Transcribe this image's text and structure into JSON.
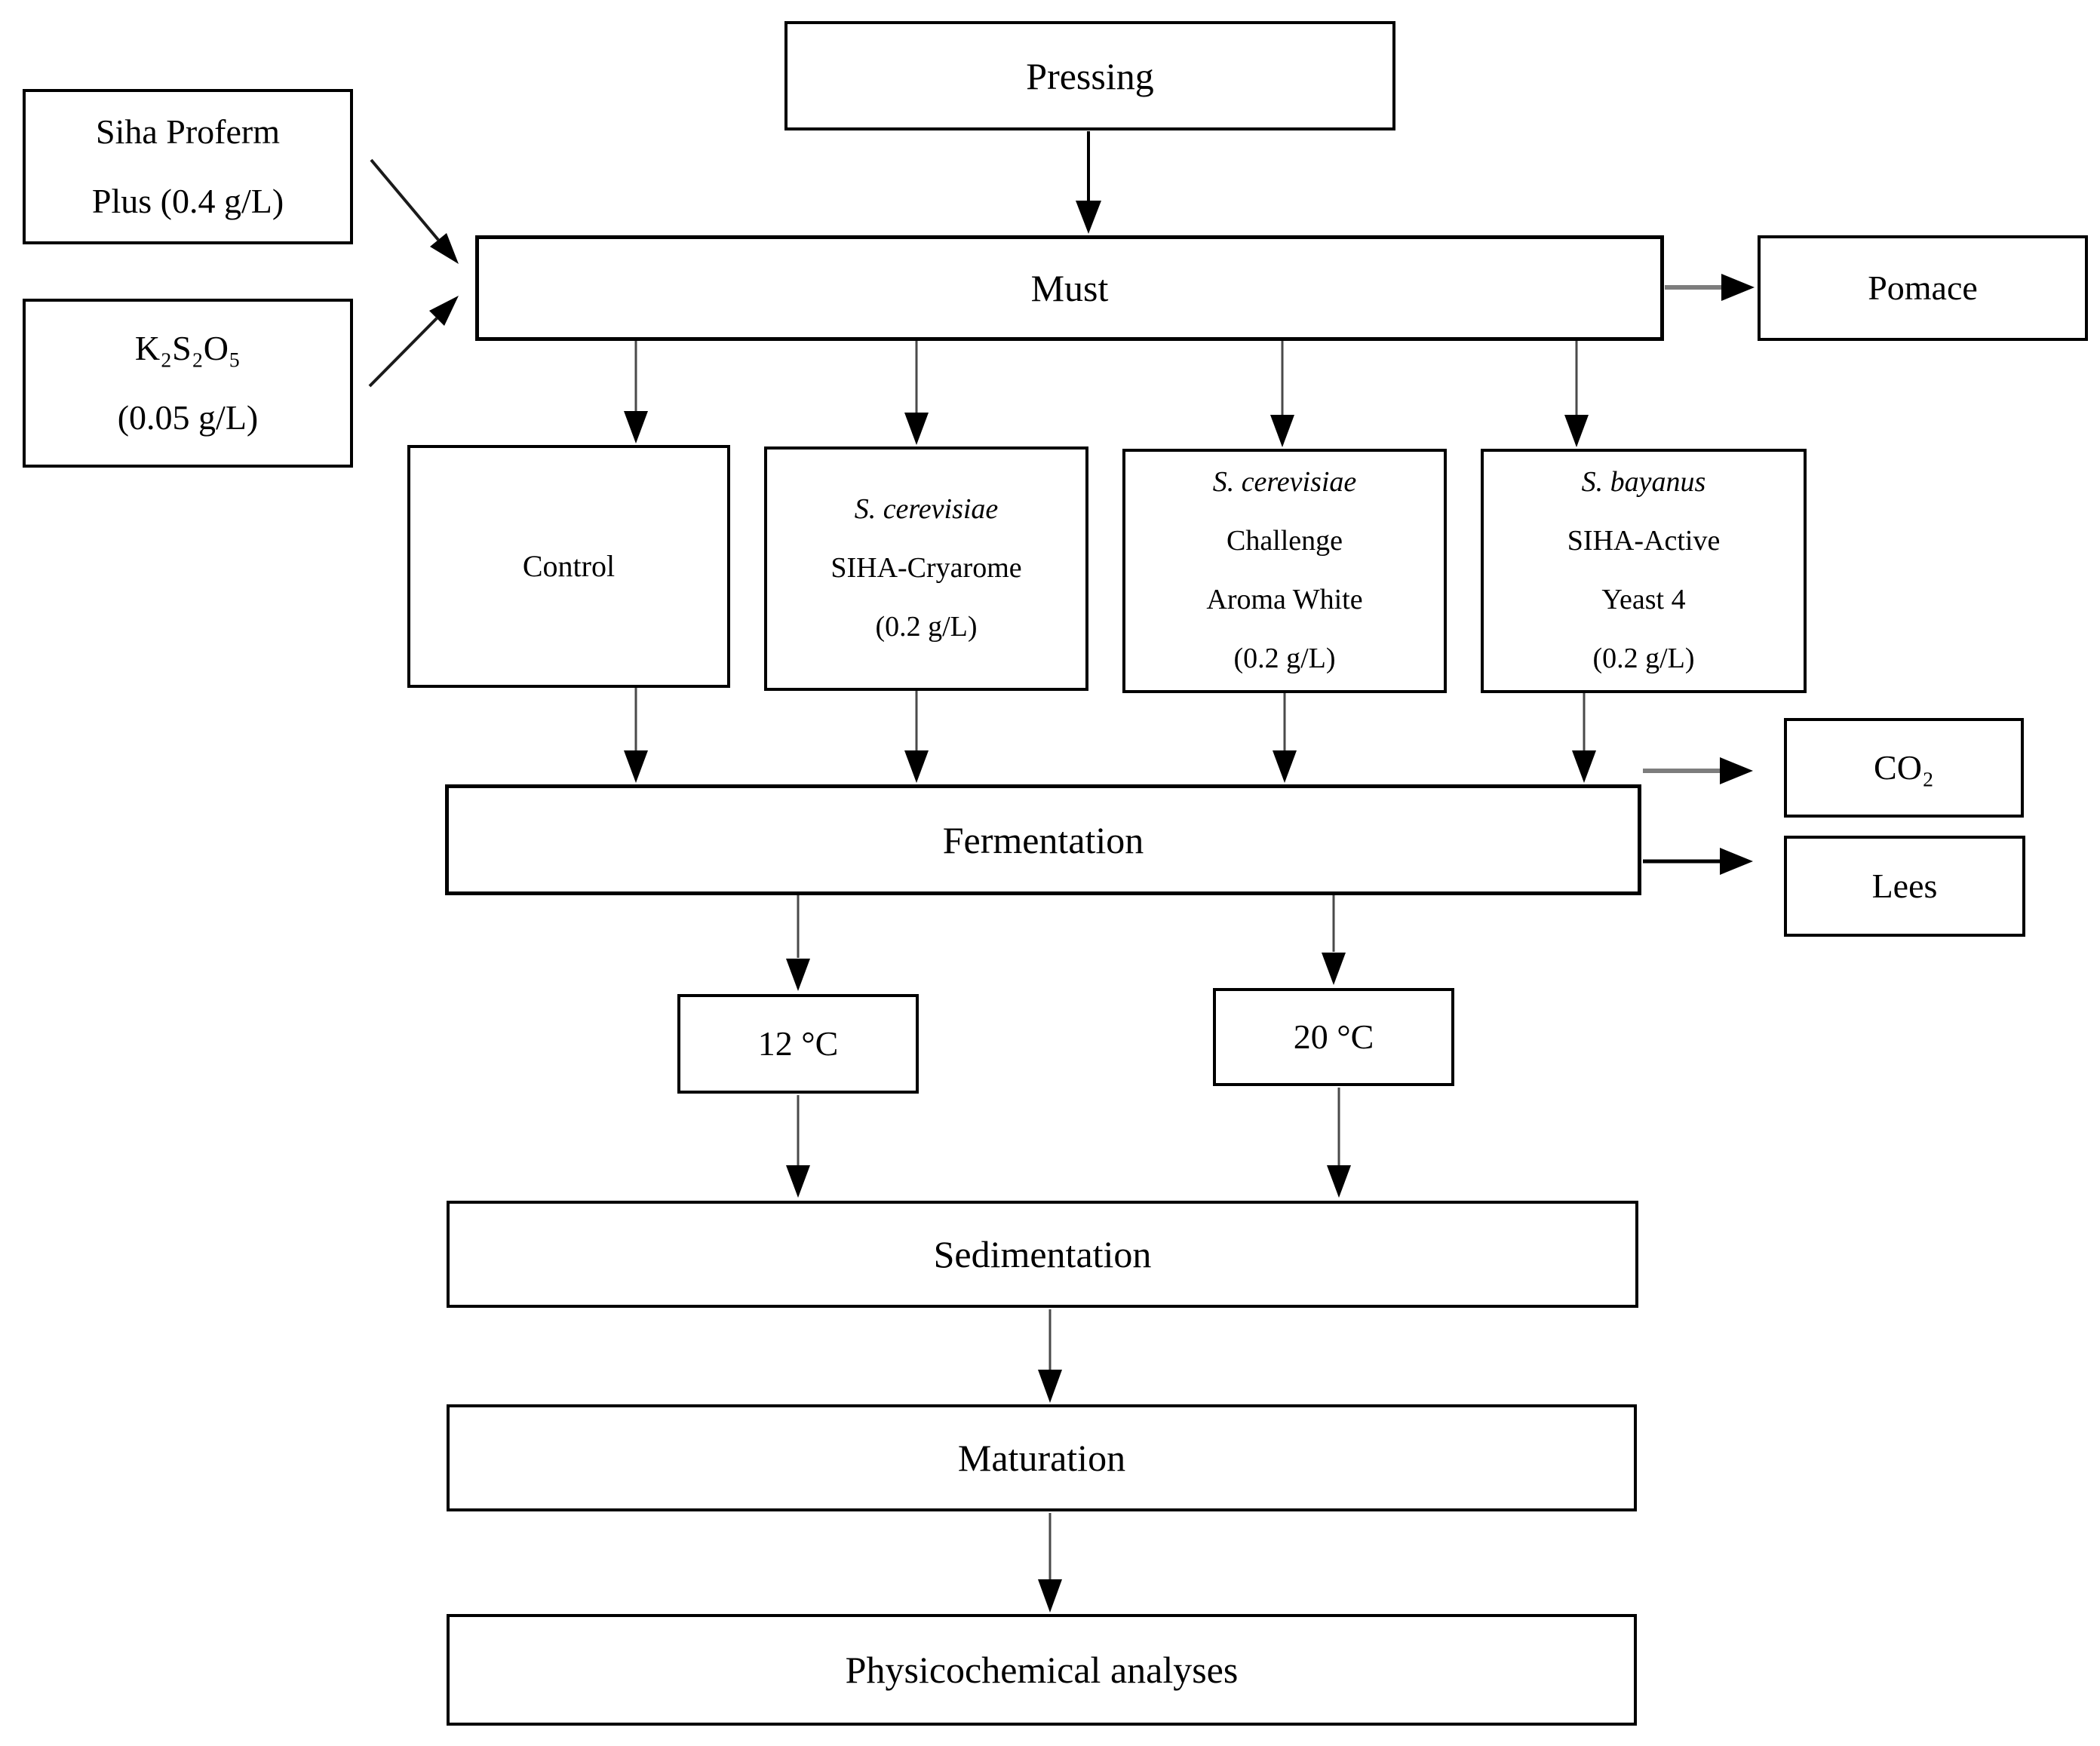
{
  "figure": {
    "background": "#ffffff",
    "border_color": "#000000",
    "black_line_color": "#000000",
    "gray_line_color": "#7d7d7d"
  },
  "boxes": {
    "pressing": {
      "label": "Pressing"
    },
    "siha": {
      "line1": "Siha Proferm",
      "line2": "Plus (0.4 g/L)"
    },
    "k2s2o5": {
      "line1": "K₂S₂O₅",
      "line2": "(0.05 g/L)"
    },
    "must": {
      "label": "Must"
    },
    "pomace": {
      "label": "Pomace"
    },
    "control": {
      "label": "Control"
    },
    "cryarome": {
      "species": "S. cerevisiae",
      "line2": "SIHA-Cryarome",
      "line3": "(0.2 g/L)"
    },
    "challenge": {
      "species": "S. cerevisiae",
      "line2": "Challenge",
      "line3": "Aroma White",
      "line4": "(0.2 g/L)"
    },
    "bayanus": {
      "species": "S. bayanus",
      "line2": "SIHA-Active",
      "line3": "Yeast 4",
      "line4": "(0.2 g/L)"
    },
    "fermentation": {
      "label": "Fermentation"
    },
    "co2": {
      "label": "CO₂"
    },
    "lees": {
      "label": "Lees"
    },
    "temp12": {
      "label": "12 °C"
    },
    "temp20": {
      "label": "20 °C"
    },
    "sedimentation": {
      "label": "Sedimentation"
    },
    "maturation": {
      "label": "Maturation"
    },
    "physicochemical": {
      "label": "Physicochemical analyses"
    }
  }
}
